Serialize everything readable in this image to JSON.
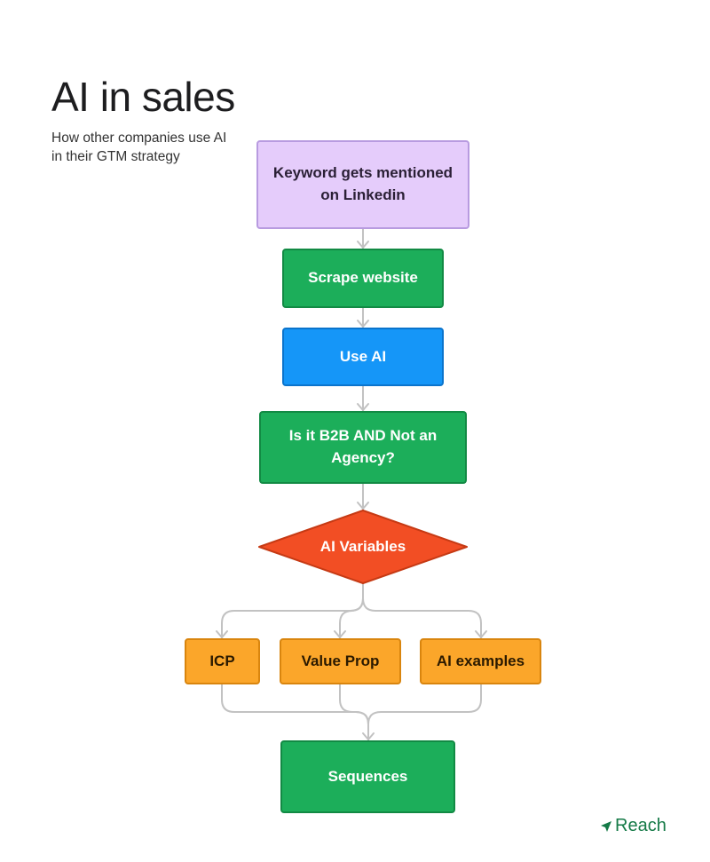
{
  "header": {
    "title": "AI in sales",
    "subtitle": "How other companies use AI in their GTM strategy"
  },
  "flow": {
    "trigger": "Keyword gets mentioned on Linkedin",
    "scrape": "Scrape website",
    "use_ai": "Use AI",
    "check": "Is it B2B AND Not an Agency?",
    "variables": "AI Variables",
    "branches": [
      "ICP",
      "Value Prop",
      "AI examples"
    ],
    "sequences": "Sequences"
  },
  "brand": {
    "name": "Reach",
    "logo_icon": "arrow-icon"
  },
  "colors": {
    "purple": "#e5ccfb",
    "green": "#1cae5a",
    "blue": "#1596f8",
    "red": "#f24e24",
    "orange": "#fba62a",
    "connector": "#c2c2c2",
    "brand": "#157a47"
  }
}
